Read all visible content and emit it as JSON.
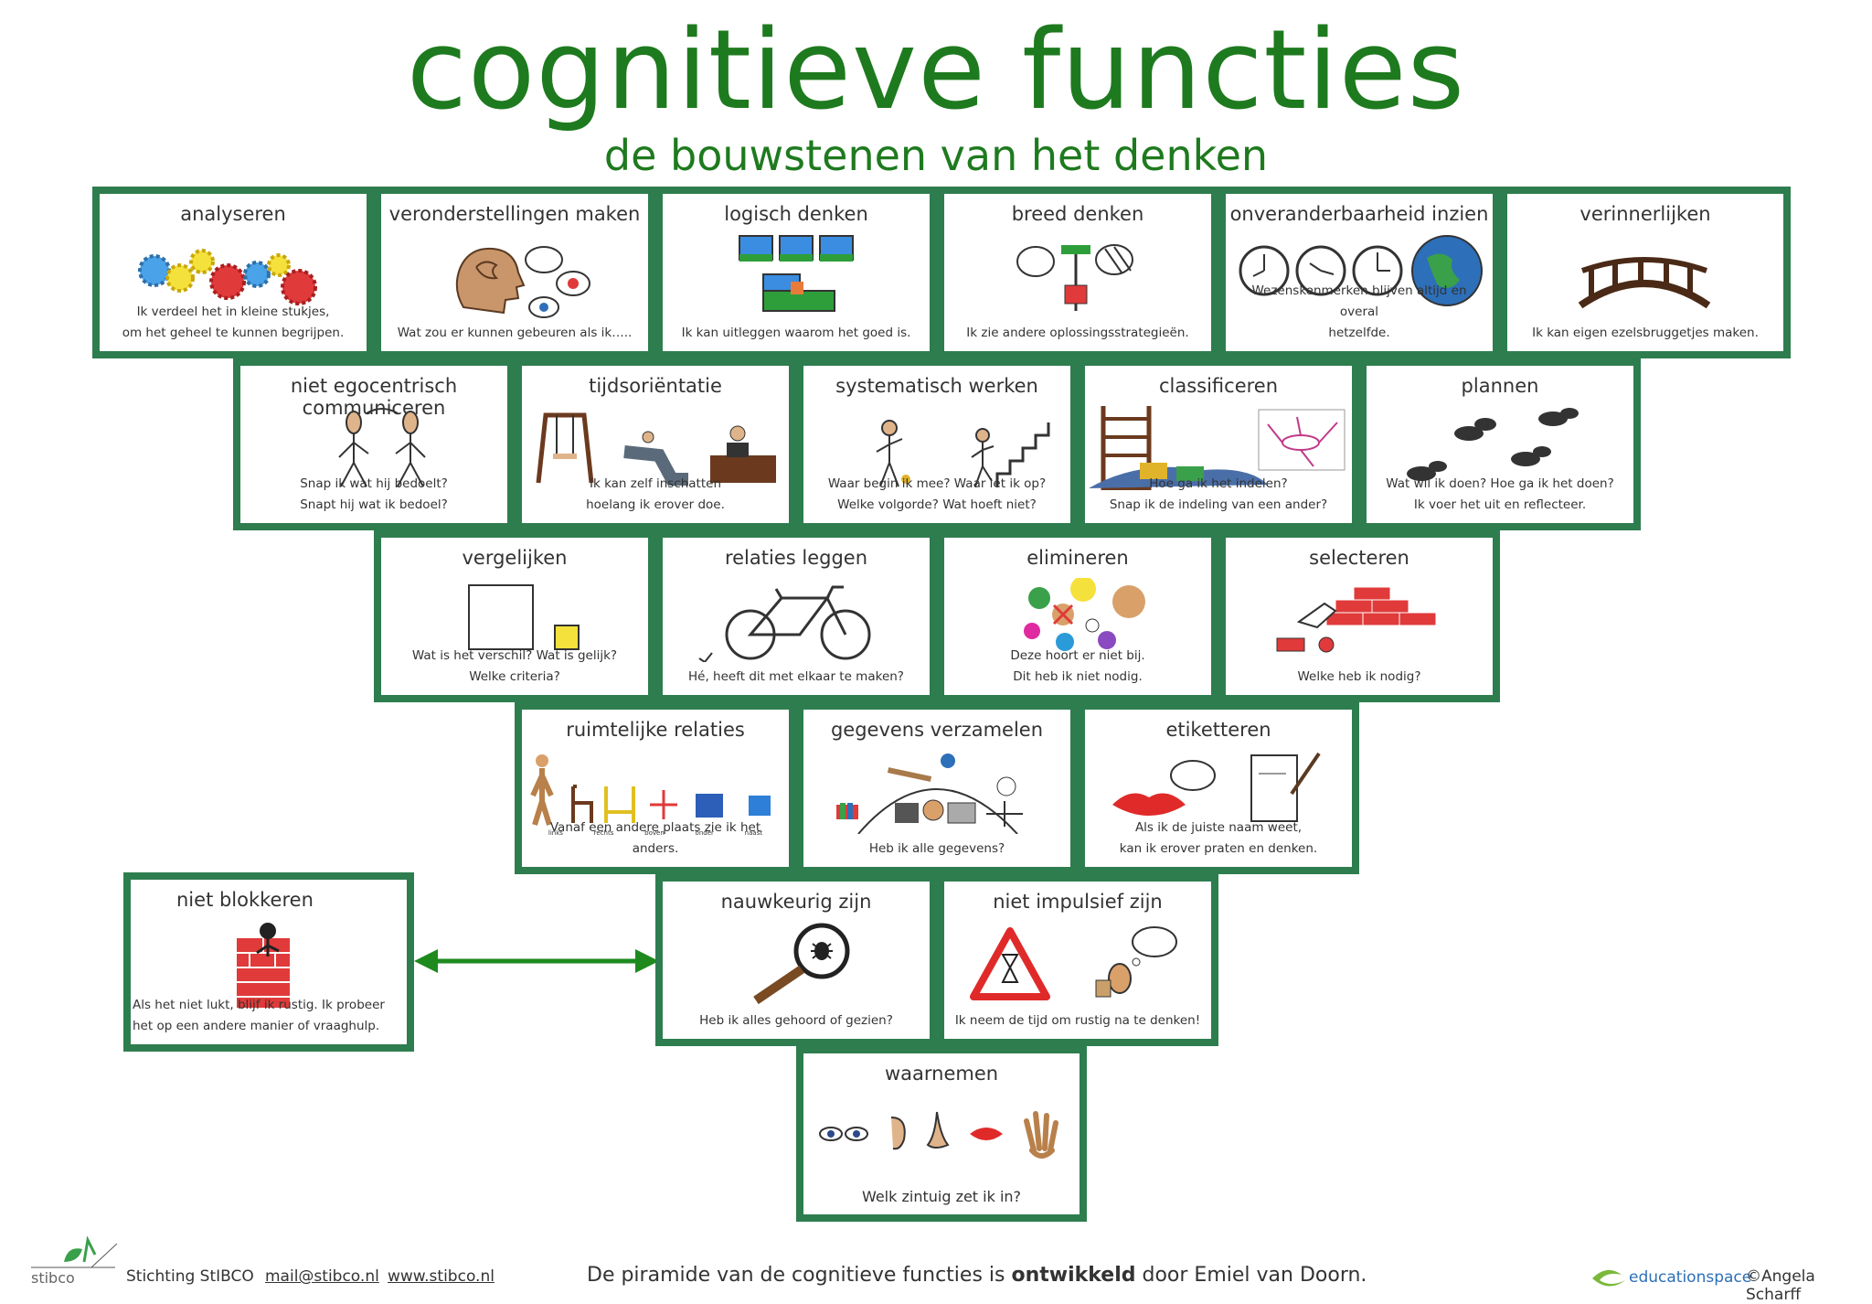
{
  "header": {
    "title": "cognitieve functies",
    "subtitle": "de bouwstenen van het denken"
  },
  "cards": {
    "analyseren": {
      "title": "analyseren",
      "line1": "Ik verdeel het in kleine stukjes,",
      "line2": "om het geheel  te kunnen begrijpen."
    },
    "veronderstellingen": {
      "title": "veronderstellingen maken",
      "line1": "",
      "line2": "Wat zou er kunnen gebeuren  als ik….."
    },
    "logisch": {
      "title": "logisch denken",
      "line1": "",
      "line2": "Ik kan uitleggen  waarom het goed is."
    },
    "breed": {
      "title": "breed denken",
      "line1": "",
      "line2": "Ik zie andere oplossingsstrategieën."
    },
    "onveranderbaarheid": {
      "title": "onveranderbaarheid inzien",
      "line1": "Wezenskenmerken  blijven altijd en overal",
      "line2": "hetzelfde."
    },
    "verinnerlijken": {
      "title": "verinnerlijken",
      "line1": "",
      "line2": "Ik kan eigen  ezelsbruggetjes maken."
    },
    "egocentrisch": {
      "title": "niet egocentrisch  communiceren",
      "line1": "Snap  ik wat hij bedoelt?",
      "line2": "Snapt hij wat ik bedoel?"
    },
    "tijdsorientatie": {
      "title": "tijdsoriëntatie",
      "line1": "Ik kan zelf inschatten",
      "line2": "hoelang  ik erover doe."
    },
    "systematisch": {
      "title": "systematisch werken",
      "line1": "Waar begin ik mee?  Waar let ik op?",
      "line2": "Welke volgorde? Wat hoeft niet?"
    },
    "classificeren": {
      "title": "classificeren",
      "line1": "Hoe ga ik het indelen?",
      "line2": "Snap  ik de indeling van een ander?"
    },
    "plannen": {
      "title": "plannen",
      "line1": "Wat wil ik doen?  Hoe ga ik het doen?",
      "line2": "Ik voer  het uit en reflecteer."
    },
    "vergelijken": {
      "title": "vergelijken",
      "line1": "Wat is het verschil?  Wat is gelijk?",
      "line2": "Welke criteria?"
    },
    "relaties": {
      "title": "relaties leggen",
      "line1": "",
      "line2": "Hé,  heeft  dit met  elkaar te maken?"
    },
    "elimineren": {
      "title": "elimineren",
      "line1": "Deze  hoort er niet bij.",
      "line2": "Dit heb ik niet nodig."
    },
    "selecteren": {
      "title": "selecteren",
      "line1": "",
      "line2": "Welke heb  ik nodig?"
    },
    "ruimtelijke": {
      "title": "ruimtelijke relaties",
      "line1": "",
      "line2": "Vanaf een andere plaats zie ik het anders."
    },
    "gegevens": {
      "title": "gegevens verzamelen",
      "line1": "",
      "line2": "Heb  ik alle gegevens?"
    },
    "etiketteren": {
      "title": "etiketteren",
      "line1": "Als ik de  juiste naam weet,",
      "line2": "kan ik erover praten en denken."
    },
    "blokkeren": {
      "title": "niet blokkeren",
      "line1": "Als het niet lukt, blijf ik rustig. Ik probeer",
      "line2": "het op een  andere manier of vraaghulp."
    },
    "nauwkeurig": {
      "title": "nauwkeurig zijn",
      "line1": "",
      "line2": "Heb  ik alles gehoord of gezien?"
    },
    "impulsief": {
      "title": "niet impulsief zijn",
      "line1": "",
      "line2": "Ik neem  de tijd om rustig na te denken!"
    },
    "waarnemen": {
      "title": "waarnemen",
      "line1": "",
      "line2": "Welk zintuig  zet ik in?"
    }
  },
  "ruimte_labels": [
    "links",
    "rechts",
    "boven",
    "onder",
    "naast"
  ],
  "footer": {
    "logo_text": "stibco",
    "org": "Stichting  StIBCO",
    "email": "mail@stibco.nl",
    "website": "www.stibco.nl",
    "credit_pre": "De piramide van de cognitieve  functies is ",
    "credit_bold": "ontwikkeld",
    "credit_post": " door Emiel van Doorn.",
    "brand": "educationspace",
    "copyright": "©Angela Scharff"
  },
  "colors": {
    "accent": "#1e7a1e",
    "border": "#2e7d4f"
  }
}
